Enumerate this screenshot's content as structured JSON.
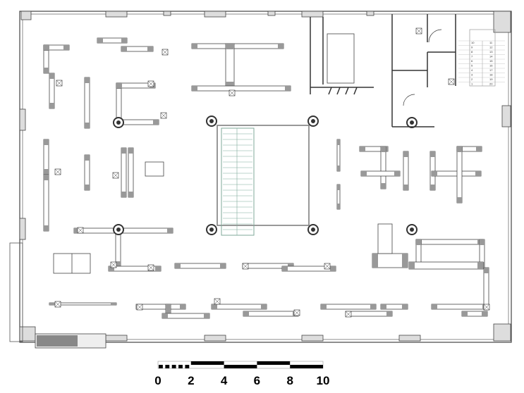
{
  "plan": {
    "colors": {
      "wall": "#555555",
      "shelf_end": "#999999",
      "column": "#333333",
      "stair": "#7fa99a",
      "line": "#444444"
    },
    "stair_numbers_left": [
      "10",
      "9",
      "8",
      "7",
      "6",
      "5",
      "4",
      "3",
      "2",
      "1"
    ],
    "stair_numbers_right": [
      "11",
      "12",
      "13",
      "14",
      "15",
      "16",
      "17",
      "18",
      "19",
      "20"
    ]
  },
  "scale_bar": {
    "labels": [
      "0",
      "2",
      "4",
      "6",
      "8",
      "10"
    ],
    "unit_range": [
      0,
      10
    ]
  }
}
